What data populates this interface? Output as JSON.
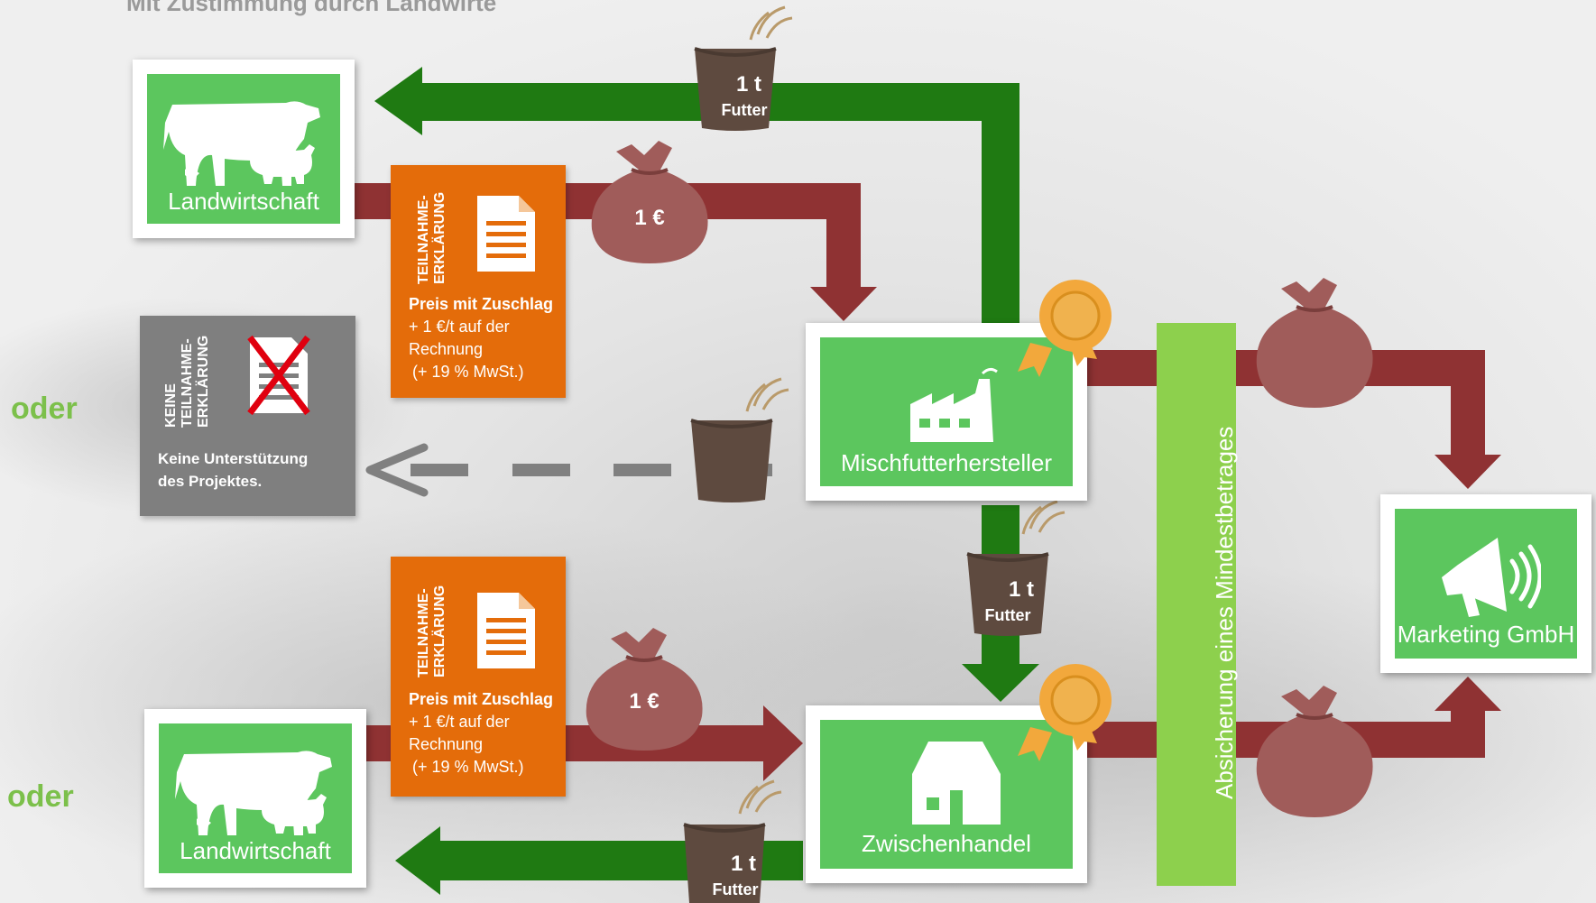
{
  "title": "Mit Zustimmung durch Landwirte",
  "oder": "oder",
  "nodes": {
    "landwirtschaft_top": "Landwirtschaft",
    "landwirtschaft_bottom": "Landwirtschaft",
    "mischfutter": "Mischfutterhersteller",
    "zwischenhandel": "Zwischenhandel",
    "marketing": "Marketing GmbH"
  },
  "teilnahme": {
    "line1": "TEILNAHME-",
    "line2": "ERKLÄRUNG",
    "price_title": "Preis mit Zuschlag",
    "price_line1": "+ 1 €/t auf der",
    "price_line2": "Rechnung",
    "price_line3": "(+ 19 % MwSt.)"
  },
  "keine": {
    "line1": "KEINE",
    "line2": "TEILNAHME-",
    "line3": "ERKLÄRUNG",
    "text1": "Keine Unterstützung",
    "text2": "des Projektes."
  },
  "money": "1 €",
  "feed": {
    "amount": "1 t",
    "label": "Futter"
  },
  "absicherung": "Absicherung eines Mindestbetrages",
  "colors": {
    "green_box": "#5cc65e",
    "green_arrow": "#1f7a12",
    "red_arrow": "#8f3233",
    "orange": "#e46c0a",
    "gray": "#7f7f7f",
    "sack": "#a05c5a",
    "feed_bag": "#5e4a3f",
    "seal": "#f2a83c",
    "oder": "#7cc04b",
    "bar": "#8dd04d"
  }
}
